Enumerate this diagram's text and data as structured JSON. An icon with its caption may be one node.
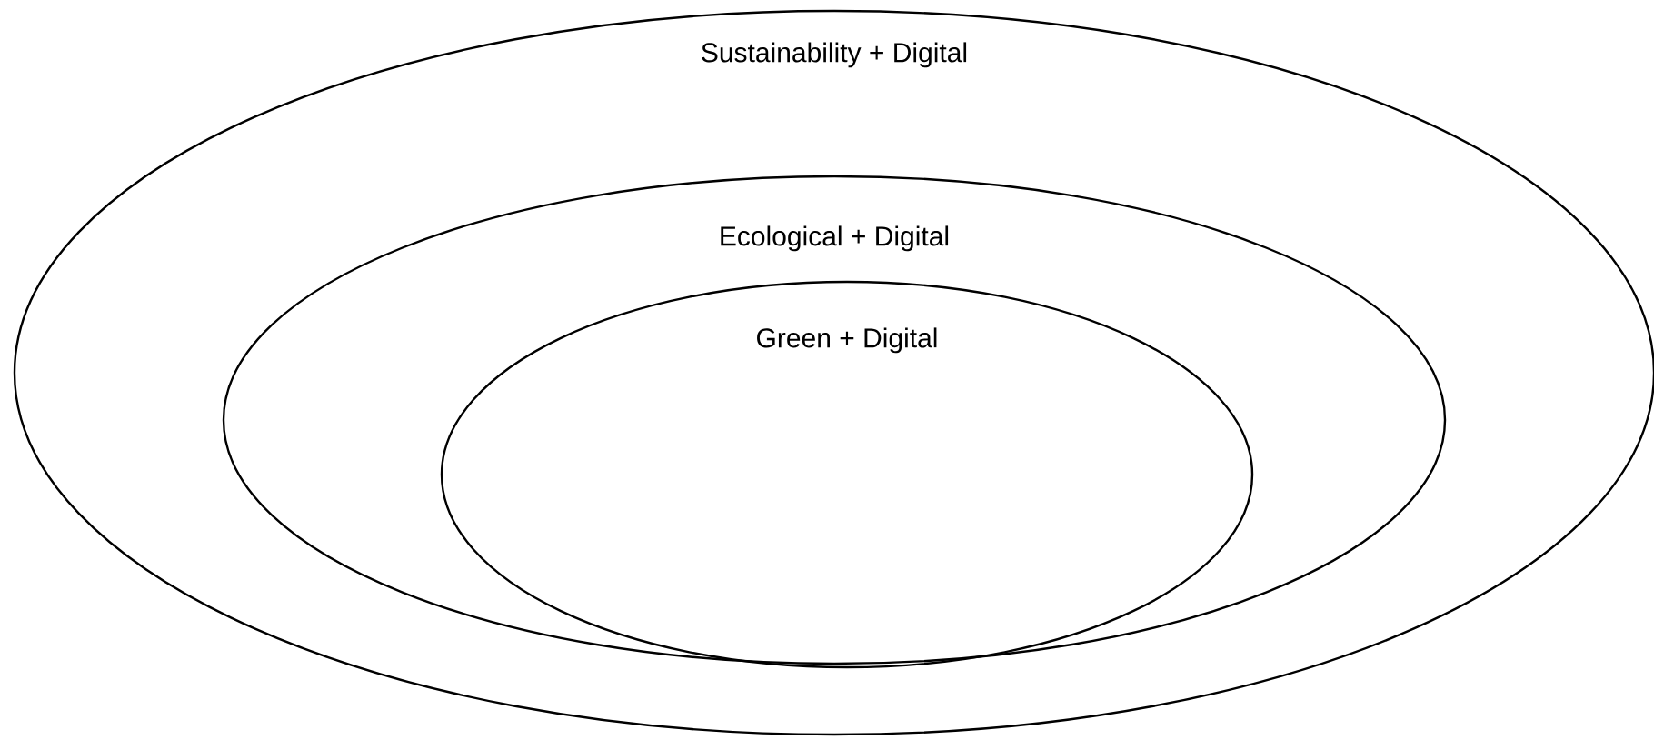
{
  "diagram": {
    "nodes": [
      {
        "text": [
          "Sustainability + Digital"
        ]
      },
      {
        "text": [
          "Ecological + Digital"
        ],
        "in": 0
      },
      {
        "text": [
          "Green + Digital"
        ],
        "in": 1
      }
    ]
  }
}
